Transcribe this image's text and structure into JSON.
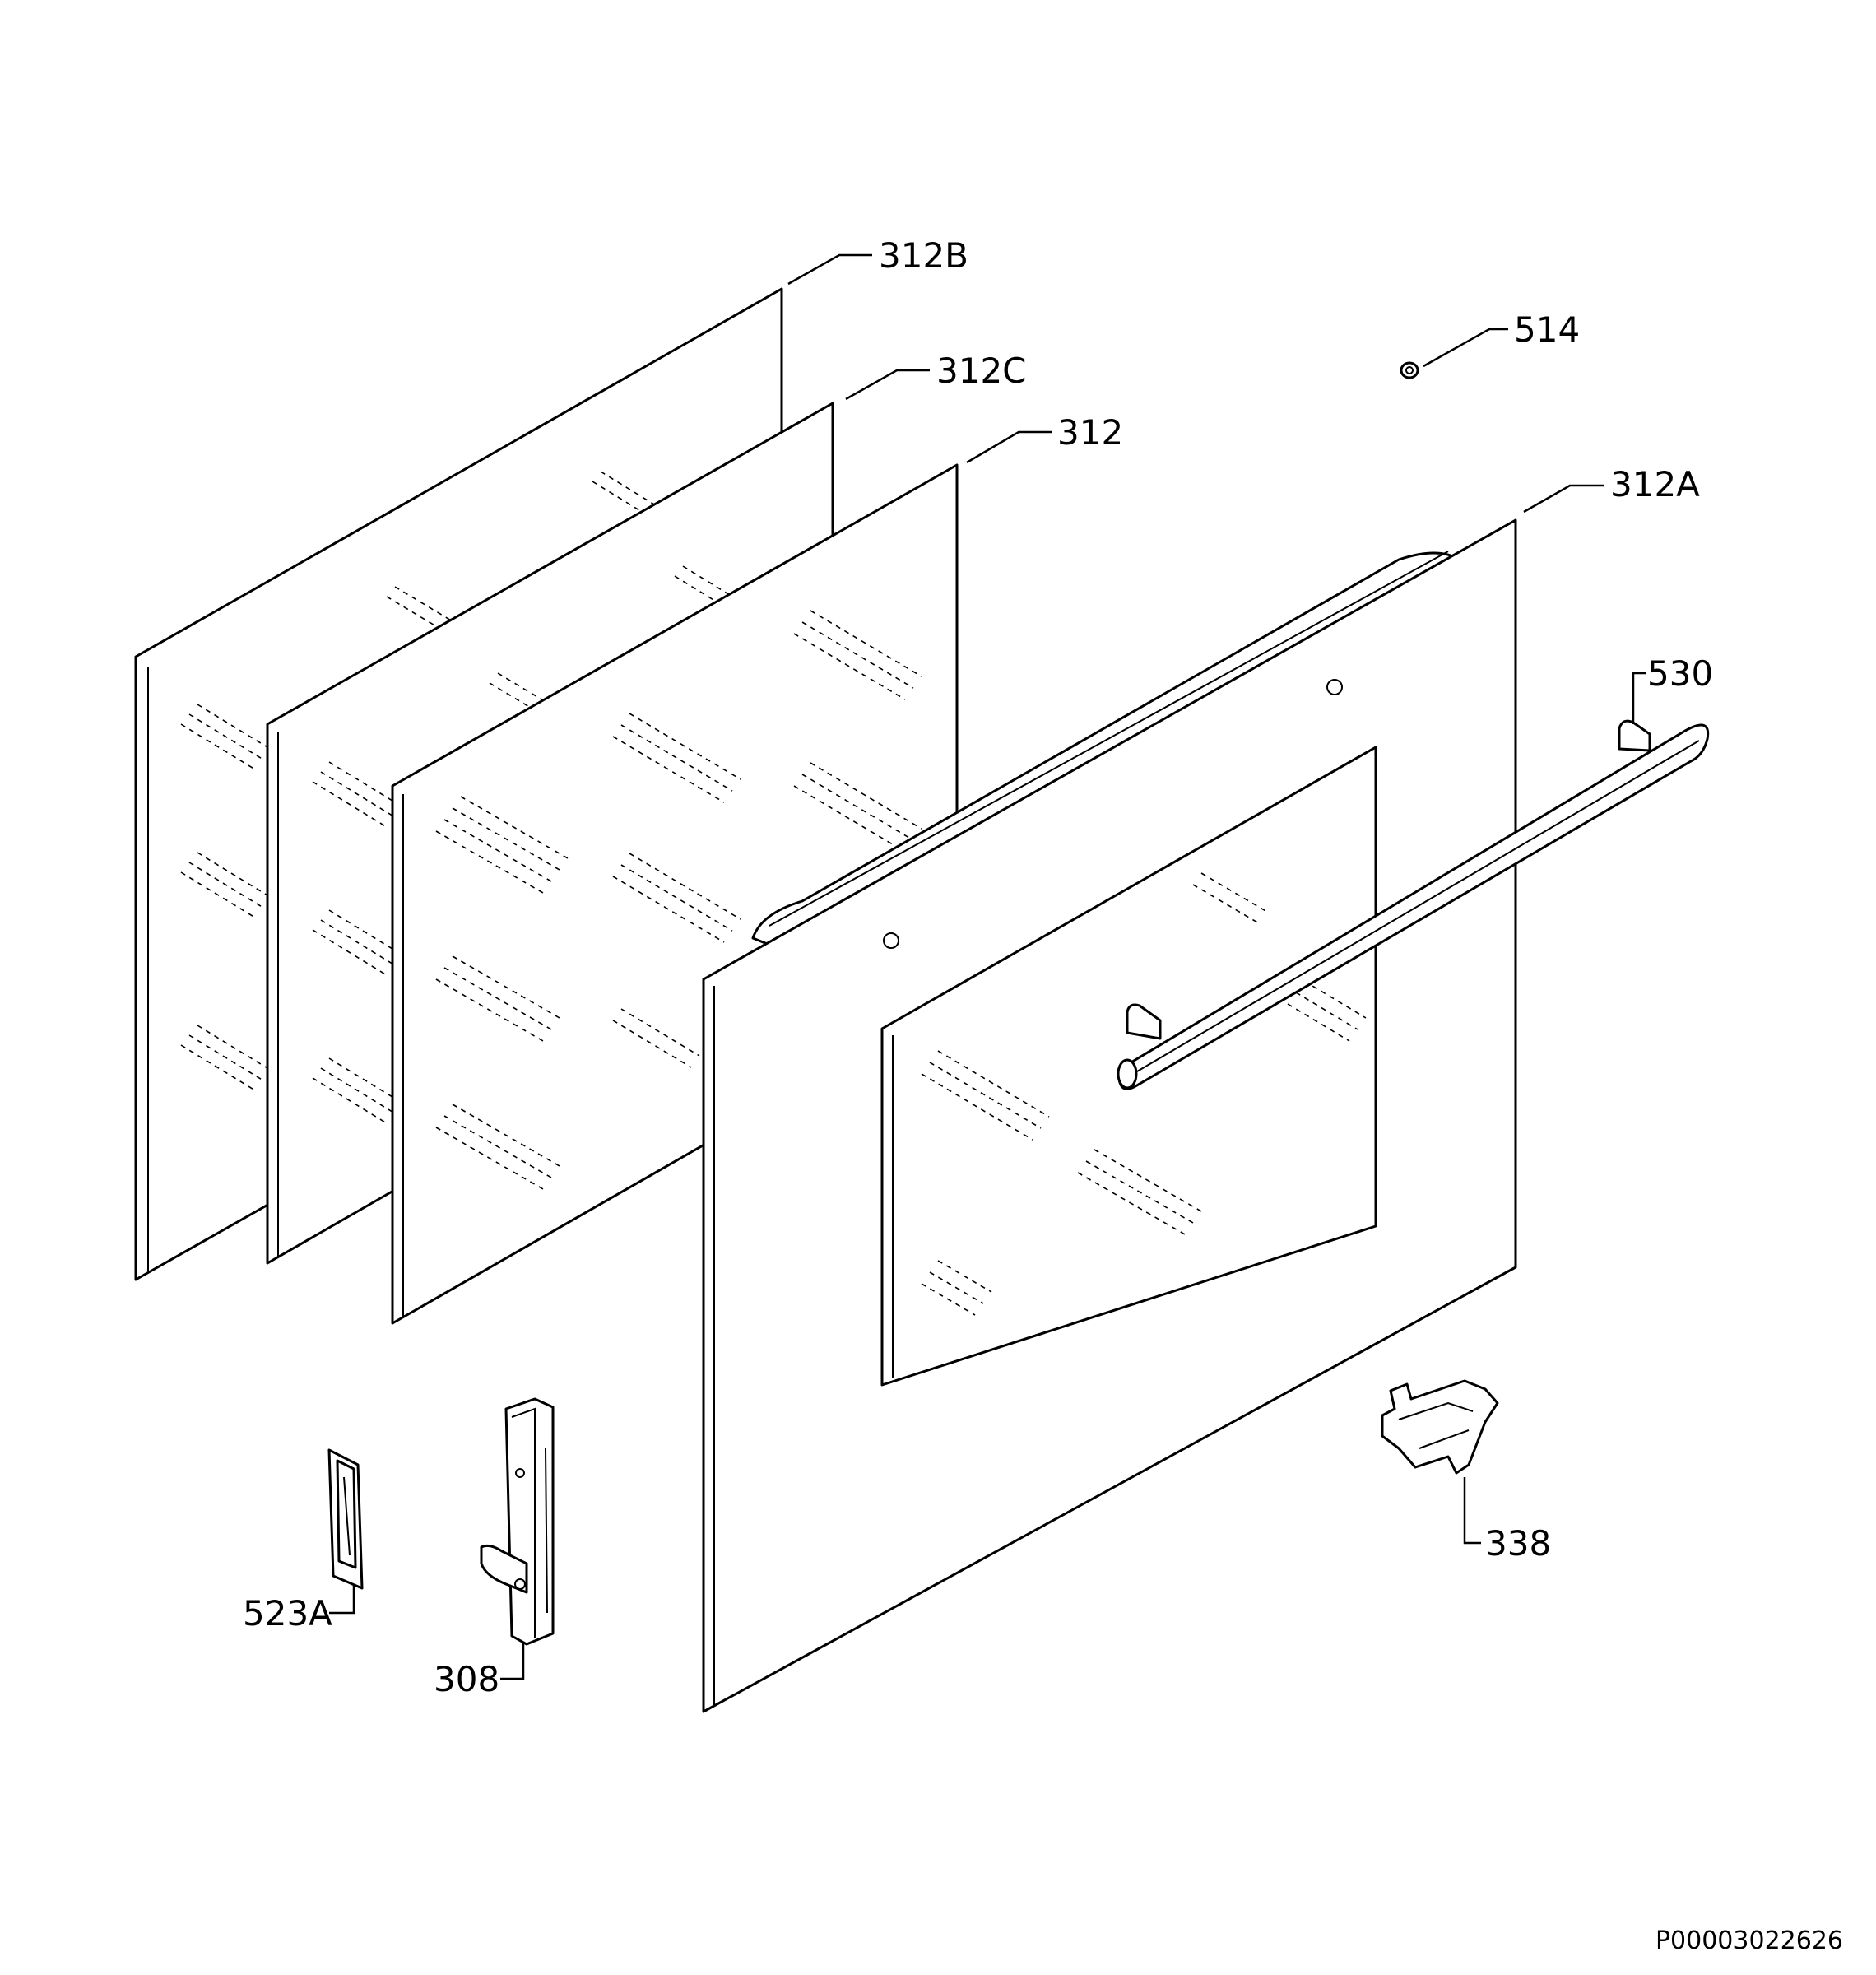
{
  "labels": {
    "p312B": "312B",
    "p312C": "312C",
    "p312": "312",
    "p514": "514",
    "p312A": "312A",
    "p530": "530",
    "p338": "338",
    "p523A": "523A",
    "p308": "308"
  },
  "document_id": "P00003022626"
}
